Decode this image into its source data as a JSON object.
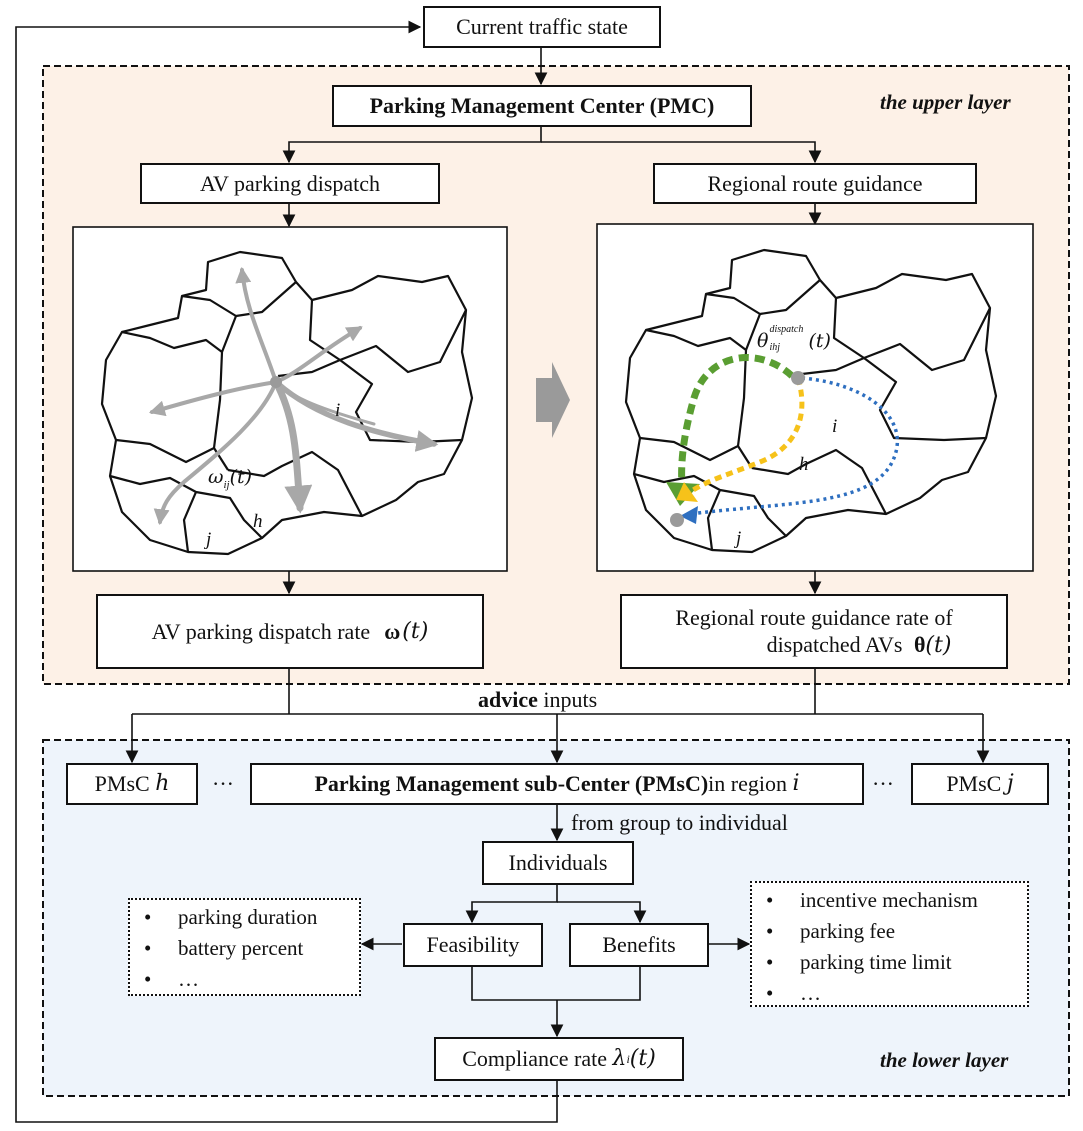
{
  "top": {
    "state_label": "Current traffic state"
  },
  "upper": {
    "layer_label": "the upper layer",
    "pmc_label": "Parking Management Center (PMC)",
    "dispatch_label": "AV parking dispatch",
    "guidance_label": "Regional route guidance",
    "dispatch_rate_label": "AV parking dispatch rate",
    "dispatch_rate_symbol": "ω",
    "dispatch_rate_arg": "(t)",
    "guidance_rate_line1": "Regional route guidance rate of",
    "guidance_rate_line2": "dispatched AVs",
    "guidance_rate_symbol": "θ",
    "guidance_rate_arg": "(t)"
  },
  "maps": {
    "left": {
      "omega_symbol": "ω",
      "omega_sub": "ij",
      "omega_arg": "(t)",
      "region_i": "i",
      "region_h": "h",
      "region_j": "j"
    },
    "right": {
      "theta_symbol": "θ",
      "theta_sup": "dispatch",
      "theta_sub": "ihj",
      "theta_arg": "(t)",
      "region_i": "i",
      "region_h": "h",
      "region_j": "j"
    }
  },
  "advice": {
    "bold": "advice",
    "rest": " inputs"
  },
  "lower": {
    "layer_label": "the lower layer",
    "pmsc_h_text": "PMsC",
    "pmsc_h_var": "h",
    "ellipsis_left": "···",
    "pmsc_main_bold": "Parking Management sub-Center (PMsC)",
    "pmsc_main_rest": " in region ",
    "pmsc_main_var": "i",
    "ellipsis_right": "···",
    "pmsc_j_text": "PMsC",
    "pmsc_j_var": "j",
    "group_label": "from group to individual",
    "individuals_label": "Individuals",
    "feasibility_label": "Feasibility",
    "benefits_label": "Benefits",
    "feasibility_items": [
      "parking duration",
      "battery percent",
      "…"
    ],
    "benefits_items": [
      "incentive mechanism",
      "parking fee",
      "parking time limit",
      "…"
    ],
    "compliance_label": "Compliance rate",
    "compliance_symbol": "λ",
    "compliance_sub": "i",
    "compliance_arg": "(t)"
  },
  "colors": {
    "upper_bg": "#fdf1e7",
    "lower_bg": "#eef4fb",
    "grey_flow": "#a8a8a8",
    "green_route": "#5a9e32",
    "yellow_route": "#f6c21a",
    "blue_route": "#2e6fc0"
  }
}
